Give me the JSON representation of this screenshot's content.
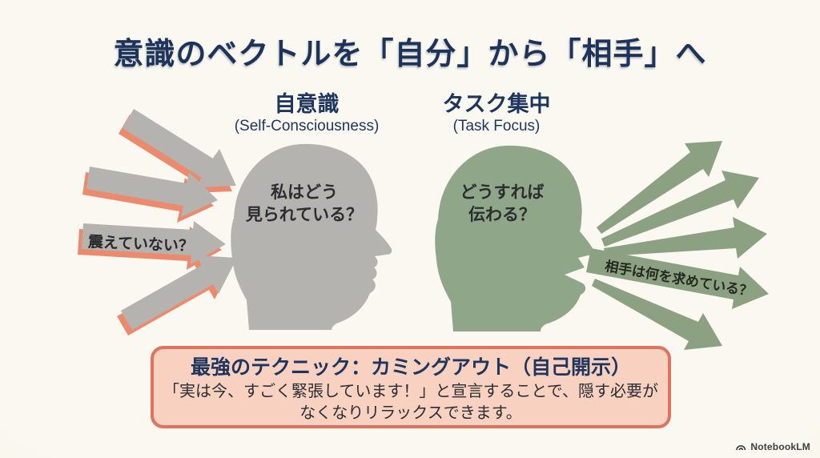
{
  "title": "意識のベクトルを「自分」から「相手」へ",
  "left_column": {
    "heading": "自意識",
    "subheading": "(Self-Consciousness)",
    "thought_line1": "私はどう",
    "thought_line2": "見られている？",
    "arrow_label": "震えていない？"
  },
  "right_column": {
    "heading": "タスク集中",
    "subheading": "(Task Focus)",
    "thought_line1": "どうすれば",
    "thought_line2": "伝わる？",
    "arrow_label": "相手は何を求めている？"
  },
  "callout": {
    "title": "最強のテクニック：カミングアウト（自己開示）",
    "body_line1": "「実は今、すごく緊張しています！」と宣言することで、隠す必要が",
    "body_line2": "なくなりリラックスできます。"
  },
  "watermark": {
    "label": "NotebookLM",
    "icon": "notebooklm-logo-icon"
  },
  "colors": {
    "background": "#f8f5ec",
    "title_navy": "#1d3359",
    "label_navy": "#1e355e",
    "gray_silhouette": "#b5b3b0",
    "green_silhouette": "#8fa688",
    "green_arrow": "#8ba182",
    "salmon_shadow": "#ec8a6e",
    "callout_fill": "#f8d1c1",
    "callout_border": "#e0735d",
    "dark_text": "#2a2d33"
  }
}
